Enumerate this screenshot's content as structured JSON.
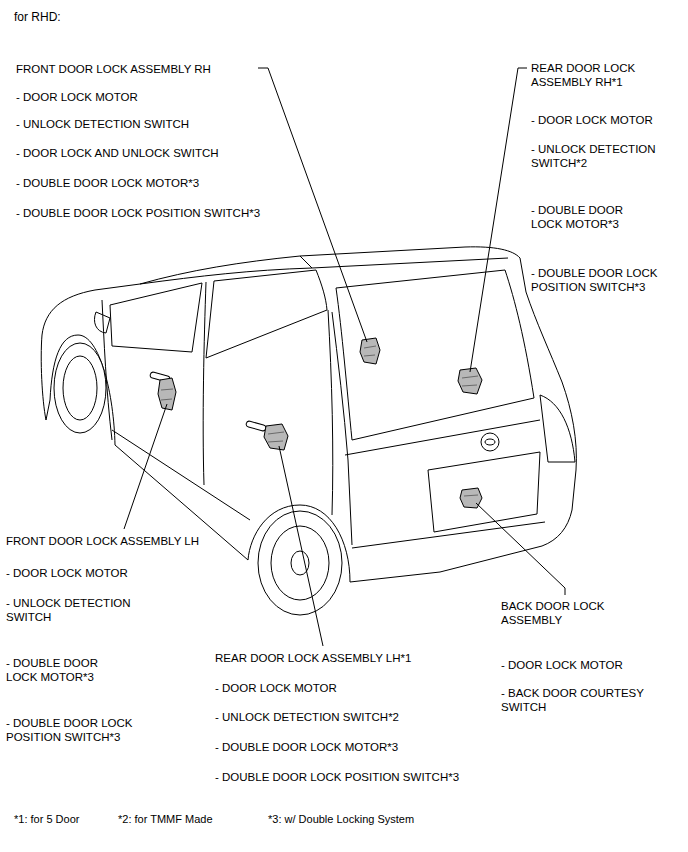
{
  "diagram": {
    "title": "for RHD:",
    "labels": [
      "FRONT DOOR LOCK ASSEMBLY RH",
      "- DOOR LOCK MOTOR",
      "- UNLOCK DETECTION SWITCH",
      "- DOOR LOCK AND UNLOCK SWITCH",
      "- DOUBLE DOOR LOCK MOTOR*3",
      "- DOUBLE DOOR LOCK POSITION SWITCH*3",
      "REAR DOOR LOCK ASSEMBLY RH*1",
      "- DOOR LOCK MOTOR",
      "- UNLOCK DETECTION SWITCH*2",
      "- DOUBLE DOOR LOCK MOTOR*3",
      "- DOUBLE DOOR LOCK POSITION SWITCH*3",
      "FRONT DOOR LOCK ASSEMBLY LH",
      "- DOOR LOCK MOTOR",
      "- UNLOCK DETECTION SWITCH",
      "- DOUBLE DOOR LOCK MOTOR*3",
      "- DOUBLE DOOR LOCK POSITION SWITCH*3",
      "REAR DOOR LOCK ASSEMBLY LH*1",
      "- DOOR LOCK MOTOR",
      "- UNLOCK DETECTION SWITCH*2",
      "- DOUBLE DOOR LOCK MOTOR*3",
      "- DOUBLE DOOR LOCK POSITION SWITCH*3",
      "BACK DOOR LOCK ASSEMBLY",
      "- DOOR LOCK MOTOR",
      "- BACK DOOR COURTESY SWITCH",
      "*1: for 5 Door",
      "*2: for TMMF Made",
      "*3: w/ Double Locking System"
    ]
  }
}
